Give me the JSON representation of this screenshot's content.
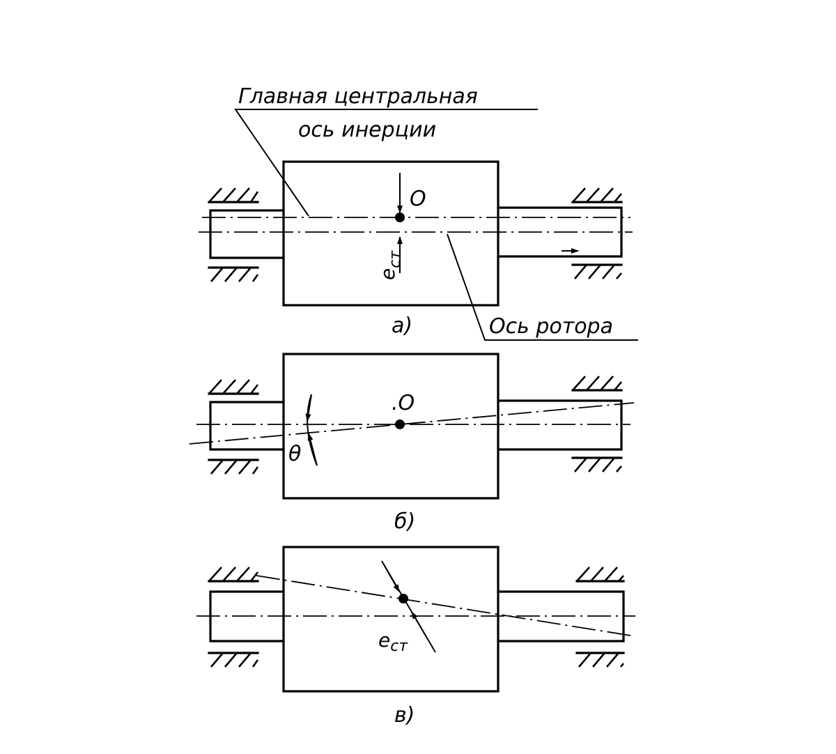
{
  "panel_a": {
    "label_principal_axis_line1": "Главная центральная",
    "label_principal_axis_line2": "ось инерции",
    "label_rotor_axis": "Ось ротора",
    "point_O": "О",
    "dim_e_base": "e",
    "dim_e_sub": "ст",
    "caption": "а)"
  },
  "panel_b": {
    "point_O": ".О",
    "angle_label": "θ",
    "caption": "б)"
  },
  "panel_c": {
    "dim_e_base": "e",
    "dim_e_sub": "ст",
    "caption": "в)"
  }
}
